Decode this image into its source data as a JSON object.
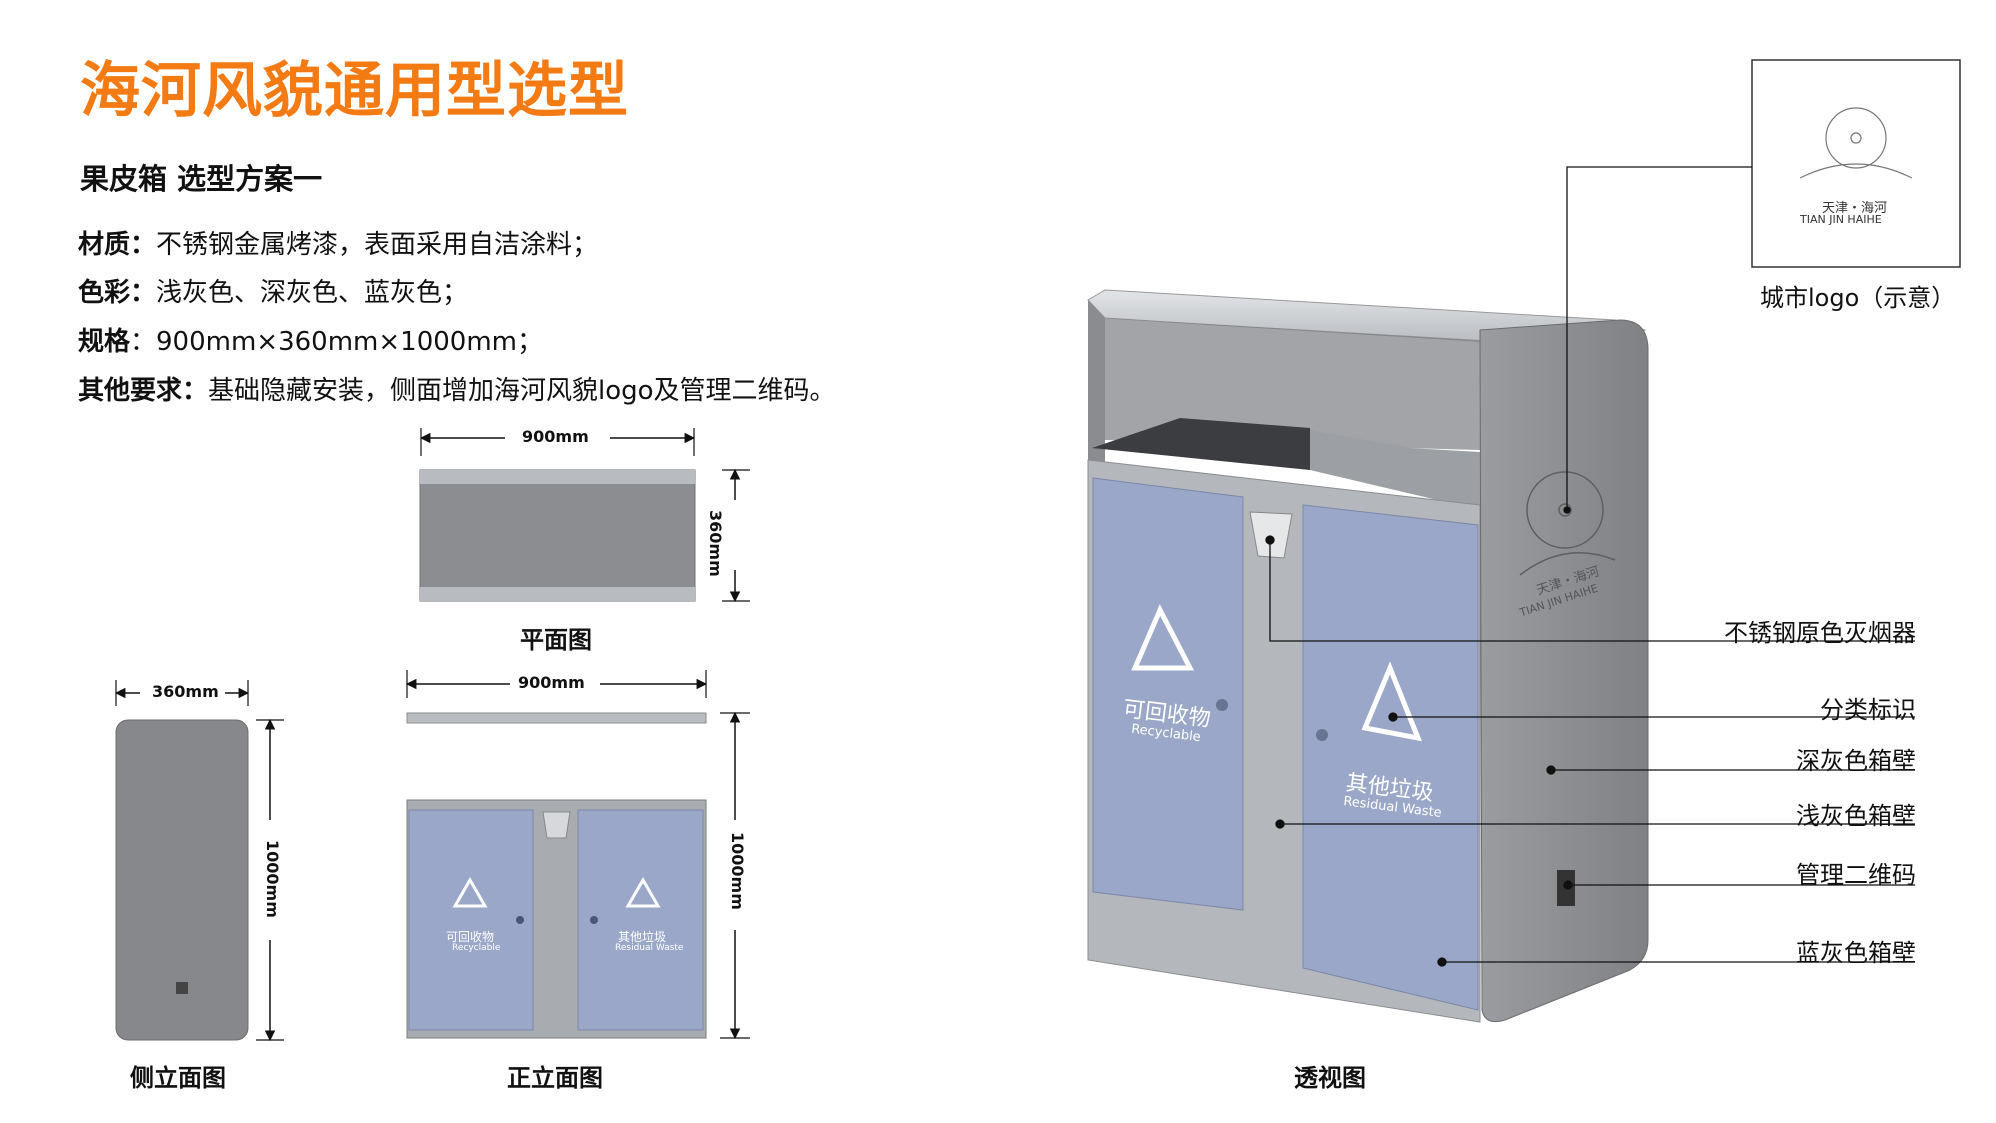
{
  "title": "海河风貌通用型选型",
  "subtitle": "果皮箱  选型方案一",
  "specs": [
    {
      "label": "材质：",
      "value": "不锈钢金属烤漆，表面采用自洁涂料；"
    },
    {
      "label": "色彩：",
      "value": "浅灰色、深灰色、蓝灰色；"
    },
    {
      "label": "规格",
      "value": "：900mm×360mm×1000mm；"
    },
    {
      "label": "其他要求：",
      "value": "基础隐藏安装，侧面增加海河风貌logo及管理二维码。"
    }
  ],
  "plan": {
    "width": "900mm",
    "depth": "360mm",
    "caption": "平面图"
  },
  "side": {
    "width": "360mm",
    "height": "1000mm",
    "caption": "侧立面图"
  },
  "front": {
    "width": "900mm",
    "height": "1000mm",
    "caption": "正立面图",
    "left_label_cn": "可回收物",
    "left_label_en": "Recyclable",
    "right_label_cn": "其他垃圾",
    "right_label_en": "Residual Waste"
  },
  "perspective": {
    "caption": "透视图",
    "left_label_cn": "可回收物",
    "left_label_en": "Recyclable",
    "right_label_cn": "其他垃圾",
    "right_label_en": "Residual Waste",
    "side_logo_cn": "天津・海河",
    "side_logo_en": "TIAN JIN HAIHE"
  },
  "logo_box": {
    "logo_cn": "天津・海河",
    "logo_en": "TIAN JIN HAIHE",
    "caption": "城市logo（示意）"
  },
  "callouts": [
    "不锈钢原色灭烟器",
    "分类标识",
    "深灰色箱壁",
    "浅灰色箱壁",
    "管理二维码",
    "蓝灰色箱壁"
  ],
  "colors": {
    "title": "#f47a14",
    "dark_gray": "#8a8c90",
    "light_gray": "#b9bcc0",
    "blue_gray": "#9aa7c8"
  }
}
